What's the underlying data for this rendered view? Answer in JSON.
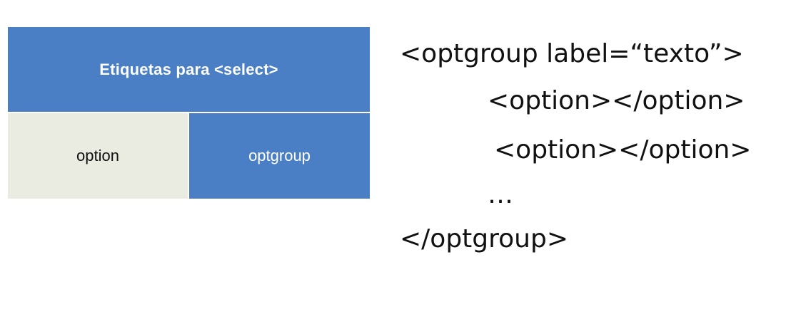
{
  "table": {
    "header": "Etiquetas para <select>",
    "cells": [
      "option",
      "optgroup"
    ]
  },
  "code": {
    "lines": [
      "<optgroup label=“texto”>",
      "<option></option>",
      "<option></option>",
      "…",
      "</optgroup>"
    ]
  },
  "colors": {
    "header_bg": "#4a7ec5",
    "option_cell_bg": "#ebece1",
    "optgroup_cell_bg": "#4a7ec5",
    "text_dark": "#111111",
    "text_light": "#ffffff"
  }
}
